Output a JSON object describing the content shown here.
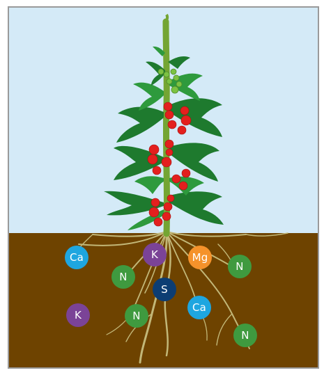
{
  "colors": {
    "sky": "#d4eaf7",
    "soil": "#6e4300",
    "root": "#c2b778",
    "stem": "#74a533",
    "leaf": "#1e7a2e",
    "leaf_light": "#2e9a3d",
    "tomato": "#e3201e",
    "green_tomato": "#7cc242"
  },
  "nutrients": [
    {
      "symbol": "Ca",
      "color": "#1ea6e0"
    },
    {
      "symbol": "K",
      "color": "#7b4397"
    },
    {
      "symbol": "Mg",
      "color": "#f5922b"
    },
    {
      "symbol": "N",
      "color": "#3f9a3f"
    },
    {
      "symbol": "N",
      "color": "#3f9a3f"
    },
    {
      "symbol": "S",
      "color": "#0c3d73"
    },
    {
      "symbol": "K",
      "color": "#7b4397"
    },
    {
      "symbol": "N",
      "color": "#3f9a3f"
    },
    {
      "symbol": "Ca",
      "color": "#1ea6e0"
    },
    {
      "symbol": "N",
      "color": "#3f9a3f"
    }
  ]
}
